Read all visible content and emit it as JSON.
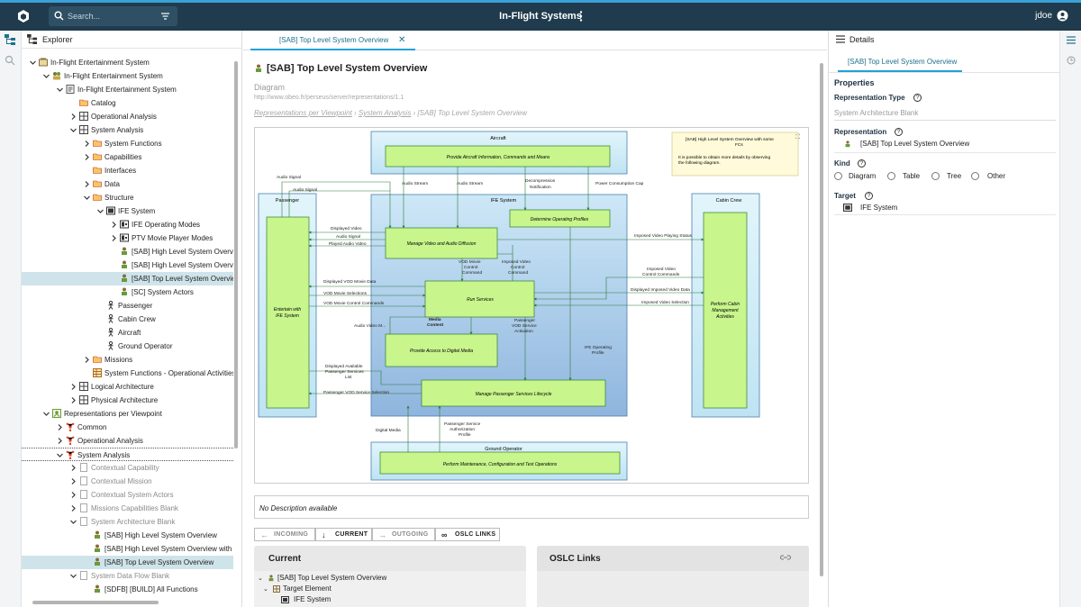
{
  "topbar": {
    "search_placeholder": "Search...",
    "title": "In-Flight Systems",
    "user": "jdoe"
  },
  "explorer": {
    "title": "Explorer",
    "tree": [
      {
        "label": "In-Flight Entertainment System",
        "depth": 0,
        "chevron": "down",
        "icon": "project"
      },
      {
        "label": "In-Flight Entertainment System",
        "depth": 1,
        "chevron": "down",
        "icon": "model"
      },
      {
        "label": "In-Flight Entertainment System",
        "depth": 2,
        "chevron": "down",
        "icon": "doc"
      },
      {
        "label": "Catalog",
        "depth": 3,
        "chevron": "none",
        "icon": "folder"
      },
      {
        "label": "Operational Analysis",
        "depth": 3,
        "chevron": "right",
        "icon": "grid"
      },
      {
        "label": "System Analysis",
        "depth": 3,
        "chevron": "down",
        "icon": "grid"
      },
      {
        "label": "System Functions",
        "depth": 4,
        "chevron": "right",
        "icon": "folder"
      },
      {
        "label": "Capabilities",
        "depth": 4,
        "chevron": "right",
        "icon": "folder"
      },
      {
        "label": "Interfaces",
        "depth": 4,
        "chevron": "none",
        "icon": "folder"
      },
      {
        "label": "Data",
        "depth": 4,
        "chevron": "right",
        "icon": "folder"
      },
      {
        "label": "Structure",
        "depth": 4,
        "chevron": "down",
        "icon": "folder"
      },
      {
        "label": "IFE System",
        "depth": 5,
        "chevron": "down",
        "icon": "system"
      },
      {
        "label": "IFE Operating Modes",
        "depth": 6,
        "chevron": "right",
        "icon": "mode"
      },
      {
        "label": "PTV Movie Player Modes",
        "depth": 6,
        "chevron": "right",
        "icon": "mode"
      },
      {
        "label": "[SAB] High Level System Overview",
        "depth": 6,
        "chevron": "none",
        "icon": "diagram"
      },
      {
        "label": "[SAB] High Level System Overview",
        "depth": 6,
        "chevron": "none",
        "icon": "diagram"
      },
      {
        "label": "[SAB] Top Level System Overview",
        "depth": 6,
        "chevron": "none",
        "icon": "diagram",
        "selected": true
      },
      {
        "label": "[SC] System Actors",
        "depth": 6,
        "chevron": "none",
        "icon": "diagram"
      },
      {
        "label": "Passenger",
        "depth": 5,
        "chevron": "none",
        "icon": "actor"
      },
      {
        "label": "Cabin Crew",
        "depth": 5,
        "chevron": "none",
        "icon": "actor"
      },
      {
        "label": "Aircraft",
        "depth": 5,
        "chevron": "none",
        "icon": "actor"
      },
      {
        "label": "Ground Operator",
        "depth": 5,
        "chevron": "none",
        "icon": "actor"
      },
      {
        "label": "Missions",
        "depth": 4,
        "chevron": "right",
        "icon": "folder"
      },
      {
        "label": "System Functions - Operational Activities",
        "depth": 4,
        "chevron": "none",
        "icon": "table"
      },
      {
        "label": "Logical Architecture",
        "depth": 3,
        "chevron": "right",
        "icon": "grid"
      },
      {
        "label": "Physical Architecture",
        "depth": 3,
        "chevron": "right",
        "icon": "grid"
      },
      {
        "label": "Representations per Viewpoint",
        "depth": 1,
        "chevron": "down",
        "icon": "viewpoint"
      },
      {
        "label": "Common",
        "depth": 2,
        "chevron": "right",
        "icon": "net"
      },
      {
        "label": "Operational Analysis",
        "depth": 2,
        "chevron": "right",
        "icon": "net"
      },
      {
        "label": "System Analysis",
        "depth": 2,
        "chevron": "down",
        "icon": "net",
        "outlined": true
      },
      {
        "label": "Contextual Capability",
        "depth": 3,
        "chevron": "right",
        "icon": "page",
        "grey": true
      },
      {
        "label": "Contextual Mission",
        "depth": 3,
        "chevron": "right",
        "icon": "page",
        "grey": true
      },
      {
        "label": "Contextual System Actors",
        "depth": 3,
        "chevron": "right",
        "icon": "page",
        "grey": true
      },
      {
        "label": "Missions Capabilities Blank",
        "depth": 3,
        "chevron": "right",
        "icon": "page",
        "grey": true
      },
      {
        "label": "System Architecture Blank",
        "depth": 3,
        "chevron": "down",
        "icon": "page",
        "grey": true
      },
      {
        "label": "[SAB] High Level System Overview",
        "depth": 4,
        "chevron": "none",
        "icon": "diagram"
      },
      {
        "label": "[SAB] High Level System Overview with son",
        "depth": 4,
        "chevron": "none",
        "icon": "diagram"
      },
      {
        "label": "[SAB] Top Level System Overview",
        "depth": 4,
        "chevron": "none",
        "icon": "diagram",
        "selected": true
      },
      {
        "label": "System Data Flow Blank",
        "depth": 3,
        "chevron": "down",
        "icon": "page",
        "grey": true
      },
      {
        "label": "[SDFB] [BUILD] All Functions",
        "depth": 4,
        "chevron": "none",
        "icon": "diagram"
      }
    ]
  },
  "editor": {
    "tab_label": "[SAB] Top Level System Overview",
    "title": "[SAB] Top Level System Overview",
    "kind": "Diagram",
    "url": "http://www.obeo.fr/perseus/server/representations/1.1",
    "breadcrumb": [
      "Representations per Viewpoint",
      "System Analysis",
      "[SAB] Top Level System Overview"
    ],
    "description": "No Description available",
    "link_buttons": {
      "incoming": "INCOMING",
      "current": "CURRENT",
      "outgoing": "OUTGOING",
      "oslc": "OSLC LINKS"
    },
    "current_panel": {
      "title": "Current",
      "rows": [
        "[SAB] Top Level System Overview",
        "Target Element",
        "IFE System"
      ]
    },
    "oslc_panel": {
      "title": "OSLC Links"
    }
  },
  "diagram": {
    "actors": {
      "aircraft": "Aircraft",
      "ife_system": "IFE System",
      "passenger": "Passenger",
      "cabin_crew": "Cabin Crew",
      "ground_operator": "Ground Operator"
    },
    "functions": {
      "provide_info": "Provide Aircraft Information, Commands and Means",
      "manage_video": "Manage Video and Audio Diffusion",
      "determine_profiles": "Determine Operating Profiles",
      "run_services": "Run Services",
      "digital_media": "Provide Access to Digital Media",
      "lifecycle": "Manage Passenger Services Lifecycle",
      "entertain_1": "Entertain with",
      "entertain_2": "IFE System",
      "cabin_mgmt_1": "Perform Cabin",
      "cabin_mgmt_2": "Management",
      "cabin_mgmt_3": "Activities",
      "maintenance": "Perform Maintenance, Configuration and Test Operations"
    },
    "note": {
      "line1": "[SAB] High Level System Overview with some",
      "line2": "FCs",
      "line3": "It is possible to obtain more details by observing",
      "line4": "the following diagram."
    },
    "exchanges": {
      "audio_signal_1": "Audio Signal",
      "audio_signal_2": "Audio Signal",
      "audio_stream_1": "Audio Stream",
      "audio_stream_2": "Audio Stream",
      "decompression_1": "Decompression",
      "decompression_2": "Notification",
      "power": "Power Consumption Cap",
      "displayed_video": "Displayed Video",
      "audio_signal_3": "Audio Signal",
      "played_audio": "Played Audio Video",
      "imposed_playing": "Imposed Video Playing Status",
      "vod_ctrl_1": "VOD Movie",
      "vod_ctrl_2": "Control",
      "vod_ctrl_3": "Command",
      "imposed_ctrl_1": "Imposed Video",
      "imposed_ctrl_2": "Control",
      "imposed_ctrl_3": "Command",
      "imposed_cmds_1": "Imposed Video",
      "imposed_cmds_2": "Control Commands",
      "displayed_vod": "Displayed VOD Movie Data",
      "vod_selections": "VOD Movie Selections",
      "vod_commands": "VOD Movie Control Commands",
      "displayed_imposed": "Displayed Imposed Video Data",
      "imposed_selection": "Imposed Video Selection",
      "media_1": "Media",
      "media_2": "Content",
      "audio_video": "Audio Video M...",
      "pax_vod_1": "Passenger",
      "pax_vod_2": "VOD Service",
      "pax_vod_3": "Activation",
      "ife_profile_1": "IFE Operating",
      "ife_profile_2": "Profile",
      "displayed_services_1": "Displayed Available",
      "displayed_services_2": "Passenger Services",
      "displayed_services_3": "List",
      "pax_selection": "Passenger VOD Service Selection",
      "digital_media": "Digital Media",
      "auth_1": "Passenger Service",
      "auth_2": "Authorization",
      "auth_3": "Profile"
    }
  },
  "details": {
    "title": "Details",
    "tab": "[SAB] Top Level System Overview",
    "section": "Properties",
    "rep_type_label": "Representation Type",
    "rep_type_value": "System Architecture Blank",
    "representation_label": "Representation",
    "representation_value": "[SAB] Top Level System Overview",
    "kind_label": "Kind",
    "kind_options": [
      "Diagram",
      "Table",
      "Tree",
      "Other"
    ],
    "target_label": "Target",
    "target_value": "IFE System"
  },
  "colors": {
    "topbar": "#1f3b4d",
    "accent": "#1fa3d6",
    "selection": "#cfe4ea",
    "function_green": "#c8f58c",
    "actor_blue": "#cfeefa",
    "system_blue": "#a9cde9"
  }
}
